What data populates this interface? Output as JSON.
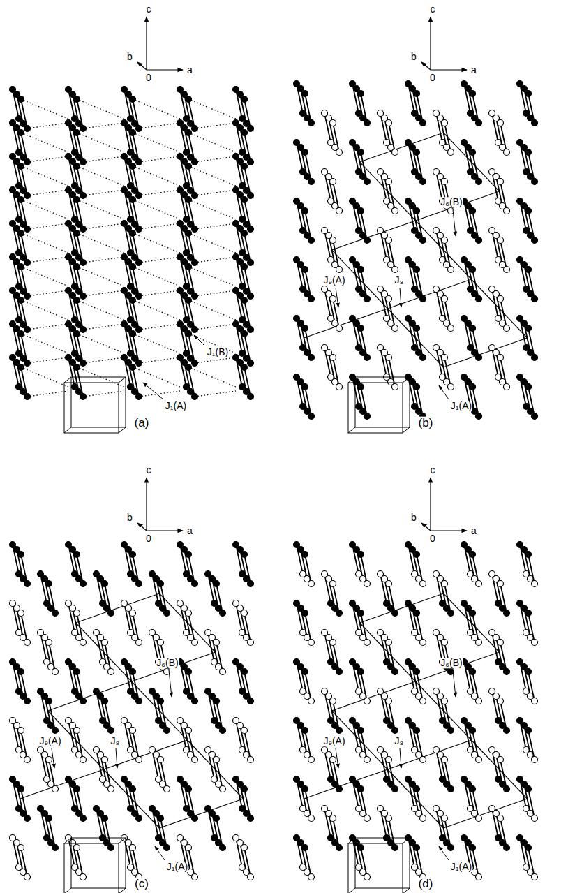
{
  "diagram": {
    "labels": [
      "c",
      "b",
      "0",
      "a",
      "J₁(A)",
      "J₁(B)",
      "(a)",
      "c",
      "b",
      "0",
      "a",
      "J₆(B)",
      "J₉(A)",
      "J₈",
      "J₁(A)",
      "(b)",
      "c",
      "b",
      "0",
      "a",
      "J₆(B)",
      "J₉(A)",
      "J₈",
      "J₁(A)",
      "(c)",
      "c",
      "b",
      "0",
      "a",
      "J₆(B)",
      "J₉(A)",
      "J₈",
      "J₁(A)",
      "(d)"
    ]
  }
}
